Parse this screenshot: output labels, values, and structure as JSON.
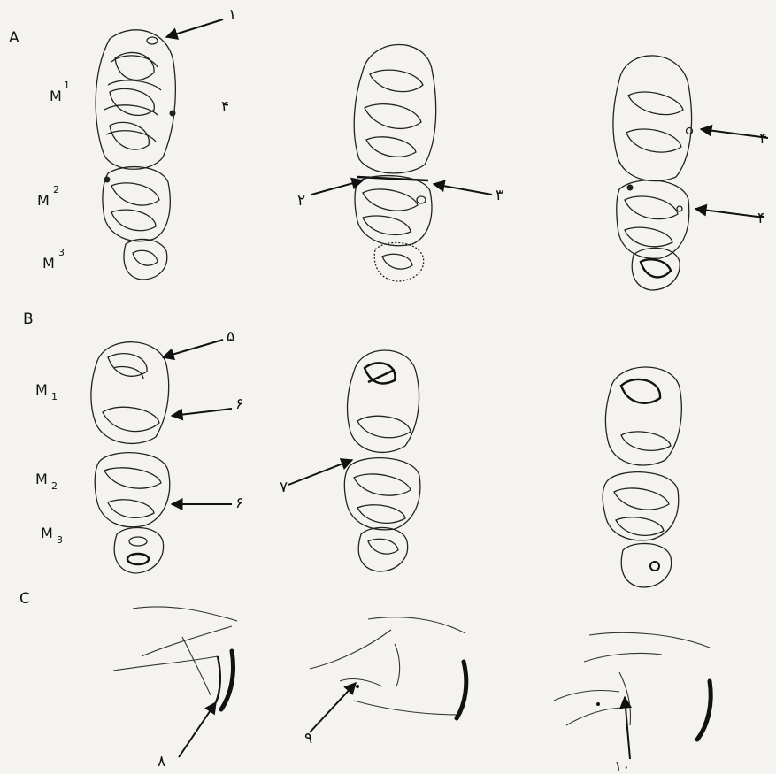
{
  "sections": {
    "a": "A",
    "b": "B",
    "c": "C"
  },
  "labels": {
    "upper": [
      {
        "base": "M",
        "sup": "1"
      },
      {
        "base": "M",
        "sup": "2"
      },
      {
        "base": "M",
        "sup": "3"
      }
    ],
    "lower": [
      {
        "base": "M",
        "sub": "1"
      },
      {
        "base": "M",
        "sub": "2"
      },
      {
        "base": "M",
        "sub": "3"
      }
    ]
  },
  "callouts": {
    "a1": "۱",
    "a2": "۲",
    "a3": "۳",
    "a4a": "۴",
    "a4b": "۴",
    "a4c": "۴",
    "b5": "۵",
    "b6a": "۶",
    "b6b": "۶",
    "b7": "۷",
    "c8": "۸",
    "c9": "۹",
    "c10": "۱۰"
  },
  "background_text": [
    "...",
    "..."
  ],
  "colors": {
    "paper": "#f4f3ef",
    "ink": "#111111"
  }
}
